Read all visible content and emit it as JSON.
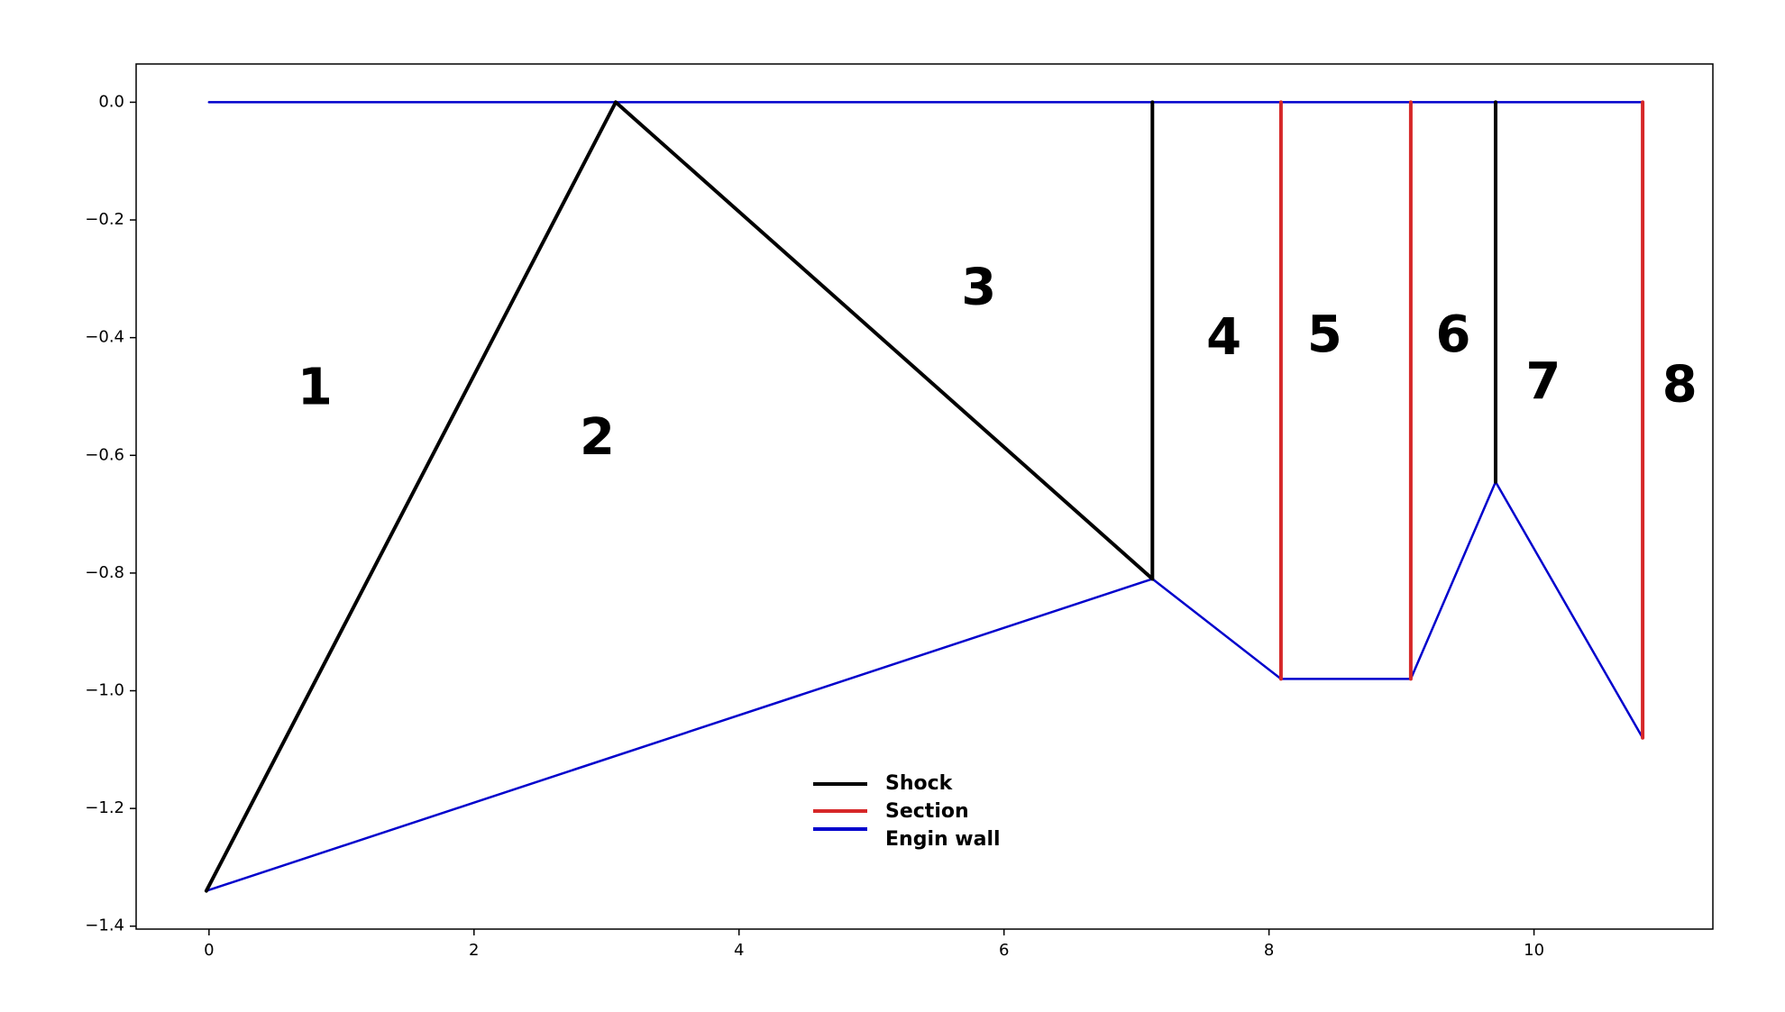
{
  "chart_data": {
    "type": "line",
    "xlim": [
      -0.55,
      11.35
    ],
    "ylim": [
      -1.405,
      0.065
    ],
    "x_ticks": [
      0,
      2,
      4,
      6,
      8,
      10
    ],
    "x_tick_labels": [
      "0",
      "2",
      "4",
      "6",
      "8",
      "10"
    ],
    "y_ticks": [
      0.0,
      -0.2,
      -0.4,
      -0.6,
      -0.8,
      -1.0,
      -1.2,
      -1.4
    ],
    "y_tick_labels": [
      "0.0",
      "−0.2",
      "−0.4",
      "−0.6",
      "−0.8",
      "−1.0",
      "−1.2",
      "−1.4"
    ],
    "grid": false,
    "legend_position": "lower-center",
    "series": [
      {
        "name": "Shock",
        "color": "#000000",
        "segments": [
          [
            [
              -0.02,
              -1.34
            ],
            [
              3.07,
              0.0
            ],
            [
              7.12,
              -0.81
            ]
          ],
          [
            [
              7.12,
              -0.81
            ],
            [
              7.12,
              0.0
            ]
          ],
          [
            [
              9.71,
              -0.645
            ],
            [
              9.71,
              0.0
            ]
          ]
        ]
      },
      {
        "name": "Section",
        "color": "#d62728",
        "segments": [
          [
            [
              8.09,
              0.0
            ],
            [
              8.09,
              -0.98
            ]
          ],
          [
            [
              9.07,
              0.0
            ],
            [
              9.07,
              -0.98
            ]
          ],
          [
            [
              10.82,
              0.0
            ],
            [
              10.82,
              -1.08
            ]
          ]
        ]
      },
      {
        "name": "Engin wall",
        "color": "#0000cc",
        "segments": [
          [
            [
              0.0,
              0.0
            ],
            [
              10.82,
              0.0
            ]
          ],
          [
            [
              -0.02,
              -1.34
            ],
            [
              7.12,
              -0.81
            ],
            [
              8.09,
              -0.98
            ],
            [
              9.07,
              -0.98
            ],
            [
              9.71,
              -0.645
            ],
            [
              10.82,
              -1.08
            ]
          ]
        ]
      }
    ],
    "region_labels": [
      {
        "text": "1",
        "x": 0.8,
        "y": -0.49
      },
      {
        "text": "2",
        "x": 2.93,
        "y": -0.575
      },
      {
        "text": "3",
        "x": 5.81,
        "y": -0.32
      },
      {
        "text": "4",
        "x": 7.66,
        "y": -0.405
      },
      {
        "text": "5",
        "x": 8.42,
        "y": -0.4
      },
      {
        "text": "6",
        "x": 9.39,
        "y": -0.4
      },
      {
        "text": "7",
        "x": 10.07,
        "y": -0.48
      },
      {
        "text": "8",
        "x": 11.1,
        "y": -0.485
      }
    ]
  }
}
